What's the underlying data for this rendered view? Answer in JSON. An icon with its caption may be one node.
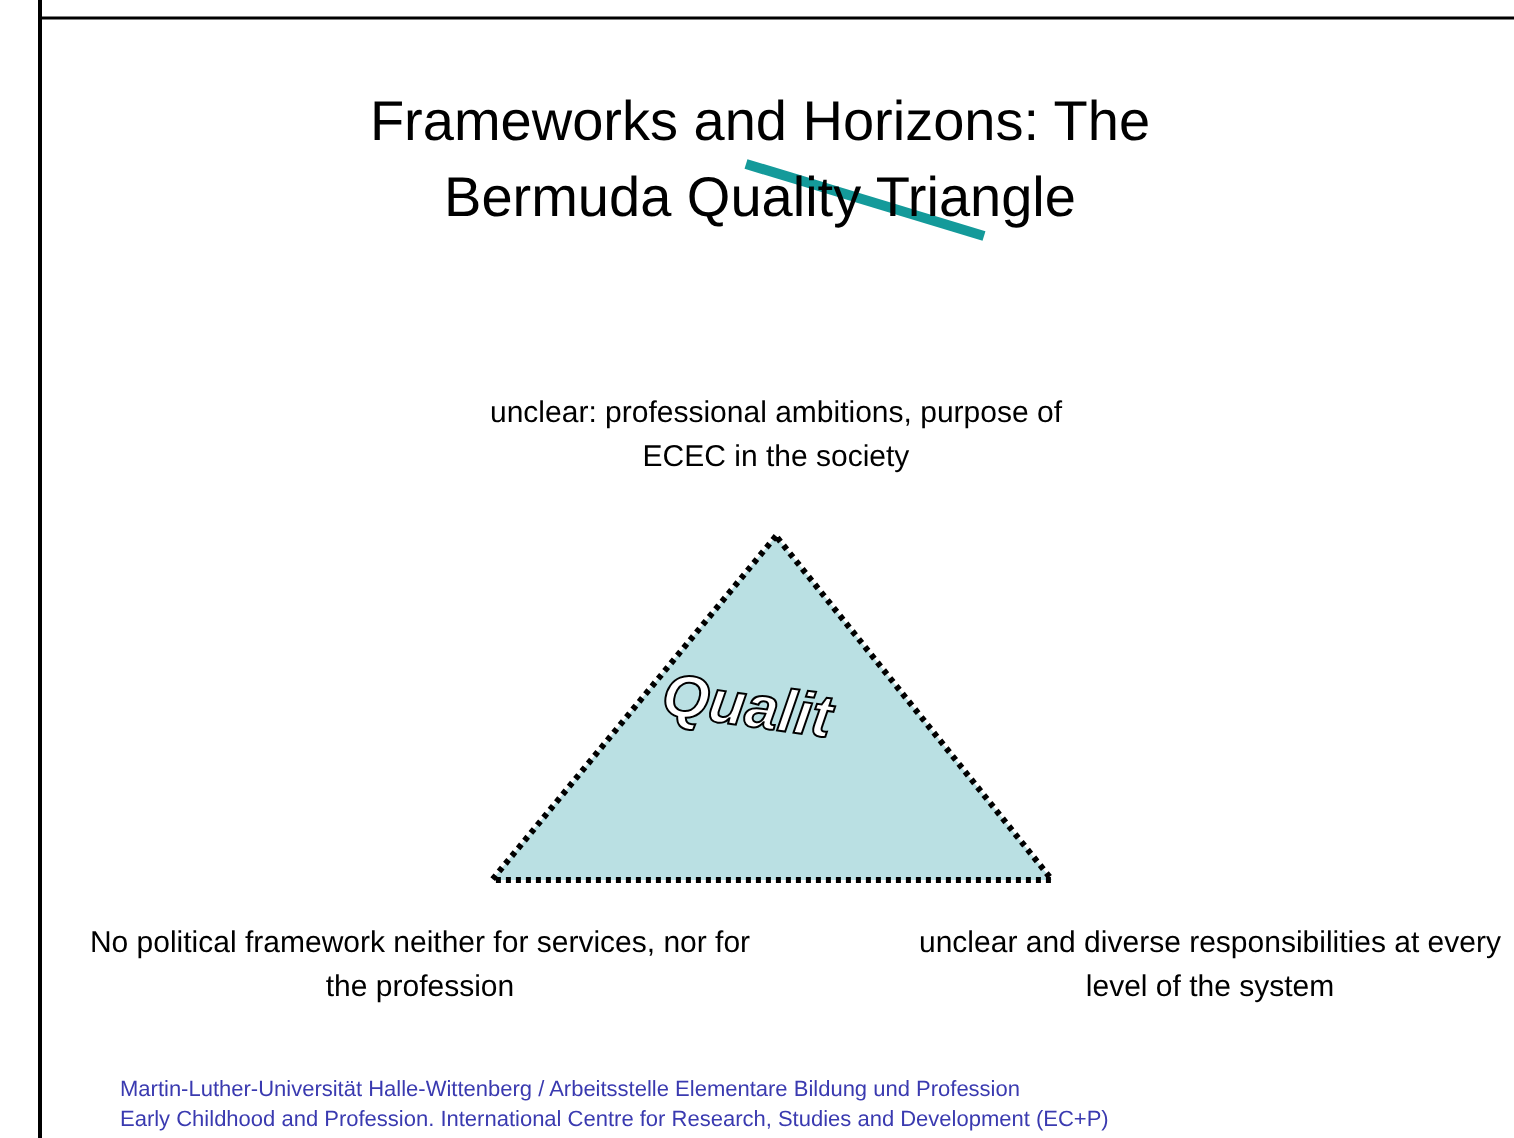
{
  "diagram": {
    "title": "Frameworks and Horizons: The Bermuda Quality Triangle",
    "nodes": [
      {
        "text": [
          "Qualit"
        ]
      }
    ],
    "labels": [
      "unclear: professional ambitions, purpose of ECEC in the society",
      "No political framework neither for services, nor for the profession",
      "unclear and diverse responsibilities at every level of the system",
      "Martin-Luther-Universität Halle-Wittenberg / Arbeitsstelle Elementare Bildung und Profession",
      "Early Childhood and Profession. International Centre for Research, Studies and Development (EC+P)"
    ]
  }
}
